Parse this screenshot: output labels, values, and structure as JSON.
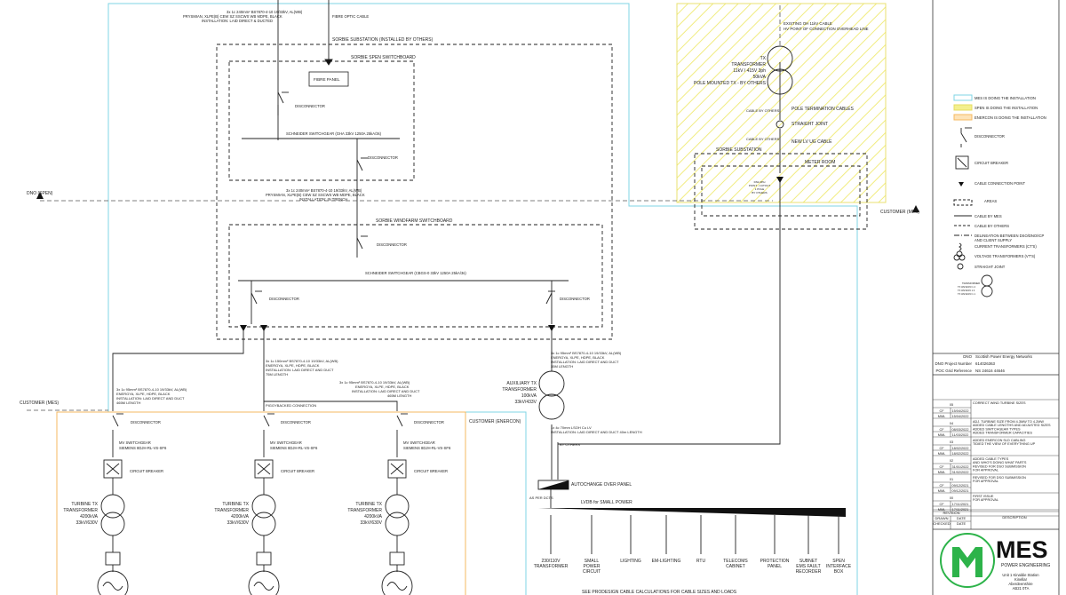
{
  "top_cable": [
    "3x 1c 240mm² BS7870-4-10 19/33kV, AL(WB)",
    "PRYSMIAN, XLPE(B) CEW SZ SSCWS WB MDPE, BLACK",
    "INSTALLATION: LAID DIRECT & DUCTED"
  ],
  "fibre_optic_cable": "FIBRE OPTIC CABLE",
  "sorbie_substation": "SORBIE SUBSTATION (INSTALLED BY OTHERS)",
  "spen_switchboard": "SORBIE SPEN SWITCHBOARD",
  "fibre_panel": "FIBRE PANEL",
  "disconnector": "DISCONNECTOR",
  "schneider_spen": "SCHNEIDER SWITCHGEAR (GHA 33kV 1250A 25kA/3s)",
  "mid_cable": [
    "3x 1c 240mm² BS7870-4-10 19/33kV, AL(WB)",
    "PRYSMIAN, XLPE(B) CEW SZ SSCWS WB MDPE, BLACK",
    "INSTALLATION: IN TRENCH"
  ],
  "dno_spen": "DNO (SPEN)",
  "windfarm_switchboard": "SORBIE WINDFARM SWITCHBOARD",
  "schneider_wf": "SCHNEIDER SWITCHGEAR (CBGS-0 33kV 1250A 25kA/3s)",
  "existing_oh": [
    "EXISTING OH 11kV CABLE",
    "HV POINT OF CONNECTION OVERHEAD LINE"
  ],
  "tx_pole": [
    "TX",
    "TRANSFORMER",
    "11kV / 415V 3ph",
    "50kVA",
    "POLE MOUNTED TX - BY OTHERS"
  ],
  "cable_by_others": "CABLE BY OTHERS",
  "pole_term": "POLE TERMINATION CABLES",
  "straight_joint": "STRAIGHT JOINT",
  "new_lv": "NEW LV UG CABLE",
  "sorbie_sub2": "SORBIE SUBSTATION",
  "meter_room": "METER ROOM",
  "meter_note": [
    "DNA 3PH",
    "POINT - CUTOUT",
    "1 POLE",
    "BY OTHERS"
  ],
  "customer_mes": "CUSTOMER (MES)",
  "customer_enercon": "CUSTOMER (ENERCON)",
  "cable_left": [
    "3x 1c 95mm² BS7870-4-10 19/33kV, AL(WB)",
    "ENERGYA, XLPE, HDPE, BLACK",
    "INSTALLATION: LAID DIRECT AND DUCT",
    "465M LENGTH"
  ],
  "cable_mid": [
    "3x 1c 150mm² BS7870-4-10 19/33kV, AL(WB)",
    "ENERGYA, XLPE, HDPE, BLACK",
    "INSTALLATION: LAID DIRECT AND DUCT",
    "75M LENGTH"
  ],
  "cable_right": [
    "3x 1c 95mm² BS7870-4-10 19/33kV, AL(WB)",
    "ENERGYA, XLPE, HDPE, BLACK",
    "INSTALLATION: LAID DIRECT AND DUCT",
    "465M LENGTH"
  ],
  "cable_aux": [
    "3x 1c 95mm² BS7870-4-10 19/33kV, AL(WB)",
    "ENERGYA, XLPE, HDPE, BLACK",
    "INSTALLATION: LAID DIRECT AND DUCT",
    "35M LENGTH"
  ],
  "piggyback": "PIGGYBACKED CONNECTION",
  "aux_tx": [
    "AUXILIARY TX",
    "TRANSFORMER",
    "100kVA",
    "33kV/433V"
  ],
  "lsoh": [
    "1x 4c 70mm LSOH Cu LV",
    "INSTALLATION: LAID DIRECT AND DUCT 40m LENGTH"
  ],
  "by_others": "BY OTHERS",
  "mv_switchgear": [
    "MV SWITCHGEAR",
    "SIEMENS 8DJH-RL-VS-SF6"
  ],
  "circuit_breaker": "CIRCUIT BREAKER",
  "turbine_tx": [
    "TURBINE TX",
    "TRANSFORMER",
    "4200kVA",
    "33kV/630V"
  ],
  "autochange": "AUTOCHANGE OVER PANEL",
  "as_per": "AS PER DCTS",
  "lvdb": "LVDB for SMALL POWER",
  "lv_loads": [
    [
      "230/110V",
      "TRANSFORMER"
    ],
    [
      "SMALL",
      "POWER",
      "CIRCUIT"
    ],
    [
      "LIGHTING"
    ],
    [
      "EM-LIGHTING"
    ],
    [
      "RTU"
    ],
    [
      "TELECOMS",
      "CABINET"
    ],
    [
      "PROTECTION",
      "PANEL"
    ],
    [
      "SUBNET",
      "EMS FAULT",
      "RECORDER"
    ],
    [
      "SPEN",
      "INTERFACE",
      "BOX"
    ]
  ],
  "footer_note": "SEE PRODESIGN CABLE CALCULATIONS FOR CABLE SIZES AND LOADS",
  "legend": {
    "mes": "MES IS DOING THE INSTALLATION",
    "spen": "SPEN IS DOING THE INSTALLATION",
    "enercon": "ENERCON IS DOING THE INSTALLATION",
    "disconnector": "DISCONNECTOR",
    "cb": "CIRCUIT BREAKER",
    "ccp": "CABLE CONNECTION POINT",
    "areas": "AREAS",
    "cable_mes": "CABLE BY MES",
    "cable_others": "CABLE BY OTHERS",
    "delineation": [
      "DELINEATION BETWEEN DSO/DNO/ICP",
      "AND CLIENT SUPPLY"
    ],
    "ct": "CURRENT TRANSFORMERS (CT'S)",
    "vt": "VOLTAGE TRANSFORMERS (VT'S)",
    "sj": "STRAIGHT JOINT",
    "tx_small": [
      "TRANSFORMER",
      "TX 3/6/12/15/ 1 4",
      "TX 3/6/12/15 1 3",
      "TX 3/6/12/15/ 1 1"
    ]
  },
  "dno_info": {
    "dno_label": "DNO",
    "dno_value": "Scottish Power Energy Networks",
    "project_label": "DNO Project Number",
    "project_value": "614026363",
    "grid_label": "POC Grid Reference",
    "grid_value": "NS 24616 44646"
  },
  "revisions": [
    {
      "rev": "05",
      "desc": [
        "CORRECT WIND TURBINE SIZES"
      ],
      "r1": "CF",
      "d1": "15/04/2022",
      "r2": "MML",
      "d2": "15/04/2022"
    },
    {
      "rev": "04",
      "desc": [
        "ADJ. TURBINE SIZE FROM 4.3MW TO 4.2MW",
        "ADDED CABLE LENGTHS AND ADJUSTED SIZES",
        "ADDED SWITCHGEAR TYPES",
        "ADDED TRANSFORMER CAPACITIES"
      ],
      "r1": "CF",
      "d1": "08/03/2022",
      "r2": "MML",
      "d2": "11/03/2022"
    },
    {
      "rev": "03",
      "desc": [
        "ADDED ENERCON SLD CABLING",
        "TIDIED THE VIEW OF EVERYTHING UP"
      ],
      "r1": "CF",
      "d1": "18/02/2022",
      "r2": "MML",
      "d2": "18/02/2022"
    },
    {
      "rev": "02",
      "desc": [
        "ADDED CABLE TYPES",
        "AND WHO'S DOING WHAT PARTS",
        "REVISED FOR DSO SUBMISSION",
        "FOR APPROVAL"
      ],
      "r1": "CF",
      "d1": "31/01/2022",
      "r2": "MML",
      "d2": "31/02/2022"
    },
    {
      "rev": "01",
      "desc": [
        "REVISED FOR DSO SUBMISSION",
        "FOR APPROVAL"
      ],
      "r1": "CF",
      "d1": "09/12/2021",
      "r2": "MML",
      "d2": "09/12/2021"
    },
    {
      "rev": "00",
      "desc": [
        "FIRST ISSUE",
        "FOR APPROVAL"
      ],
      "r1": "CF",
      "d1": "17/11/2021",
      "r2": "MML",
      "d2": "17/11/2021"
    }
  ],
  "rev_header": {
    "revision": "REVISION",
    "drawn": "DRAWN",
    "checked": "CHECKED",
    "date": "DATE",
    "description": "DESCRIPTION"
  },
  "company": {
    "name": "MES",
    "tagline": "POWER ENGINEERING",
    "address": [
      "Unit 1 Kinaldie Station",
      "Kinellar",
      "Aberdeenshire",
      "AB21 0TA"
    ]
  },
  "colors": {
    "mes": "#7fd4e4",
    "spen": "#f3ef8e",
    "enercon": "#f6c77a",
    "logo_green": "#2db34a"
  }
}
